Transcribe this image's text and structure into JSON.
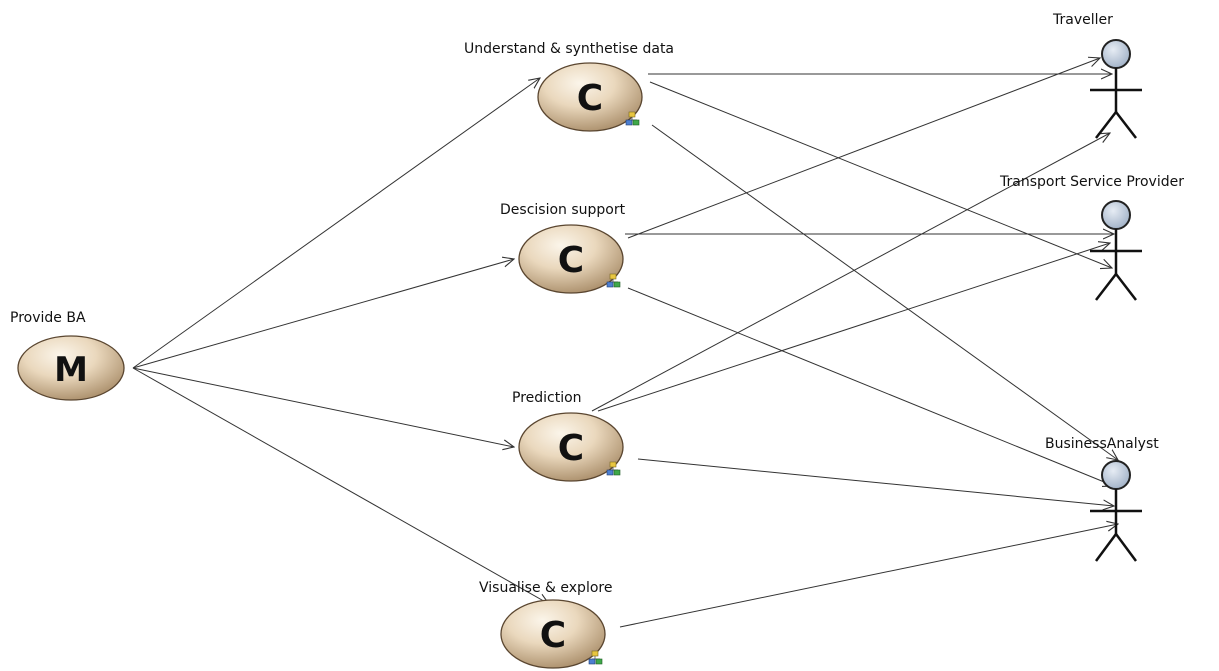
{
  "diagram": {
    "main_node": {
      "label": "Provide BA",
      "letter": "M"
    },
    "use_cases": [
      {
        "label": "Understand & synthetise data",
        "letter": "C"
      },
      {
        "label": "Descision support",
        "letter": "C"
      },
      {
        "label": "Prediction",
        "letter": "C"
      },
      {
        "label": "Visualise & explore",
        "letter": "C"
      }
    ],
    "actors": [
      {
        "label": "Traveller"
      },
      {
        "label": "Transport Service Provider"
      },
      {
        "label": "BusinessAnalyst"
      }
    ],
    "colors": {
      "node_fill_light": "#f6ecdc",
      "node_fill_dark": "#b39a7a",
      "node_stroke": "#5a4630",
      "actor_head": "#c5cfdc",
      "line": "#333333",
      "badge_blue": "#4d7fd1",
      "badge_green": "#3fa84a",
      "badge_yellow": "#e8c640"
    }
  }
}
